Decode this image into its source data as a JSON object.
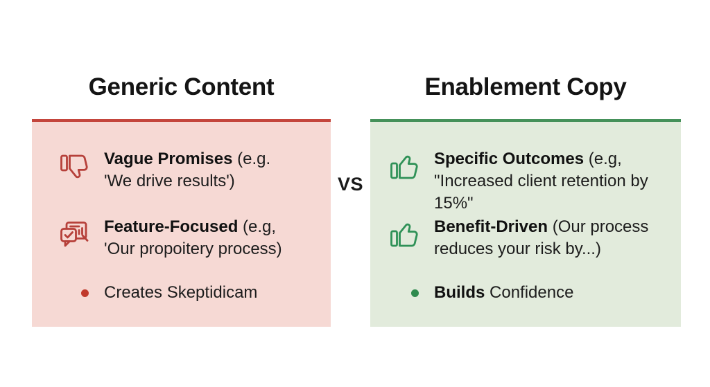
{
  "vs": {
    "label": "VS"
  },
  "left": {
    "title": "Generic Content",
    "items": [
      {
        "icon": "thumbs-down-icon",
        "bold": "Vague Promises",
        "suffix": " (e.g.",
        "line2": "'We drive results')"
      },
      {
        "icon": "chat-analytics-icon",
        "bold": "Feature-Focused",
        "suffix": " (e.g,",
        "line2": "'Our propoitery process)"
      },
      {
        "icon": "bullet-dot-icon",
        "bold": "",
        "suffix": "Creates Skeptidicam",
        "line2": ""
      }
    ]
  },
  "right": {
    "title": "Enablement Copy",
    "items": [
      {
        "icon": "thumbs-up-icon",
        "bold": "Specific Outcomes",
        "suffix": " (e.g,",
        "line2": "\"Increased client retention by 15%\""
      },
      {
        "icon": "thumbs-up-icon",
        "bold": "Benefit-Driven",
        "suffix": " (Our process",
        "line2": "reduces your risk by...)"
      },
      {
        "icon": "bullet-dot-icon",
        "bold": "Builds",
        "suffix": " Confidence",
        "line2": ""
      }
    ]
  },
  "colors": {
    "text": "#141414",
    "left_accent": "#c4453c",
    "left_bg": "#f6d9d4",
    "left_icon": "#b6403a",
    "left_bullet": "#c0392b",
    "right_accent": "#45915a",
    "right_bg": "#e2ebdc",
    "right_icon": "#2f9157",
    "right_bullet": "#2f8a4e"
  }
}
